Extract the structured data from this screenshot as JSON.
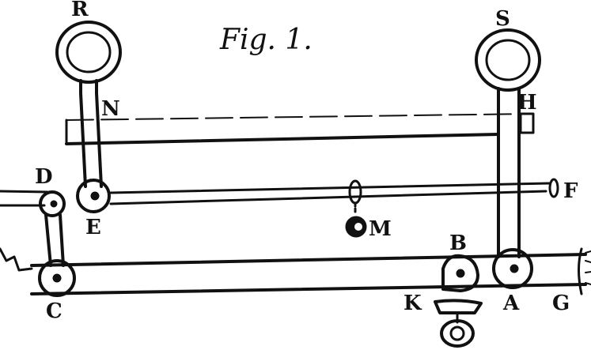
{
  "figure": {
    "title": "Fig. 1.",
    "labels": {
      "R": "R",
      "S": "S",
      "N": "N",
      "H": "H",
      "D": "D",
      "E": "E",
      "F": "F",
      "M": "M",
      "B": "B",
      "C": "C",
      "K": "K",
      "A": "A",
      "G": "G"
    }
  }
}
